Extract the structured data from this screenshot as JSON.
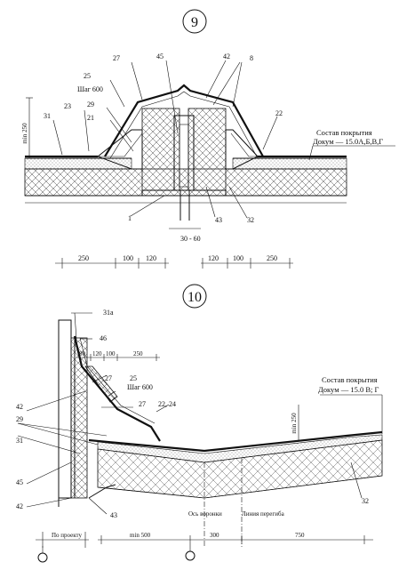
{
  "detail_9": {
    "number": "9",
    "labels": {
      "l45": "45",
      "l42": "42",
      "l8": "8",
      "l27": "27",
      "l25": "25",
      "l29": "29",
      "l21": "21",
      "l23": "23",
      "l31": "31",
      "l22": "22",
      "l1": "1",
      "l43": "43",
      "l32": "32"
    },
    "step": "Шаг 600",
    "min_height": "min 250",
    "gap": "30 - 60",
    "composition_title": "Состав покрытия",
    "composition_doc": "Докум — 15.0А,Б,В,Г",
    "dims_left": [
      "250",
      "100",
      "120"
    ],
    "dims_right": [
      "120",
      "100",
      "250"
    ]
  },
  "detail_10": {
    "number": "10",
    "labels": {
      "l31a": "31а",
      "l46": "46",
      "l27a": "27",
      "l25": "25",
      "l27b": "27",
      "l2224": "22, 24",
      "l42a": "42",
      "l29": "29",
      "l31": "31",
      "l45": "45",
      "l42b": "42",
      "l43": "43",
      "l32": "32"
    },
    "step": "Шаг 600",
    "min_height": "min 250",
    "top_dims": [
      "80",
      "120",
      "100",
      "250"
    ],
    "composition_title": "Состав покрытия",
    "composition_doc": "Докум — 15.0 В; Г",
    "axis_funnel": "Ось воронки",
    "line_bend": "Линия перегиба",
    "by_project": "По проекту",
    "bottom_dims": [
      "min 500",
      "300",
      "750"
    ]
  }
}
